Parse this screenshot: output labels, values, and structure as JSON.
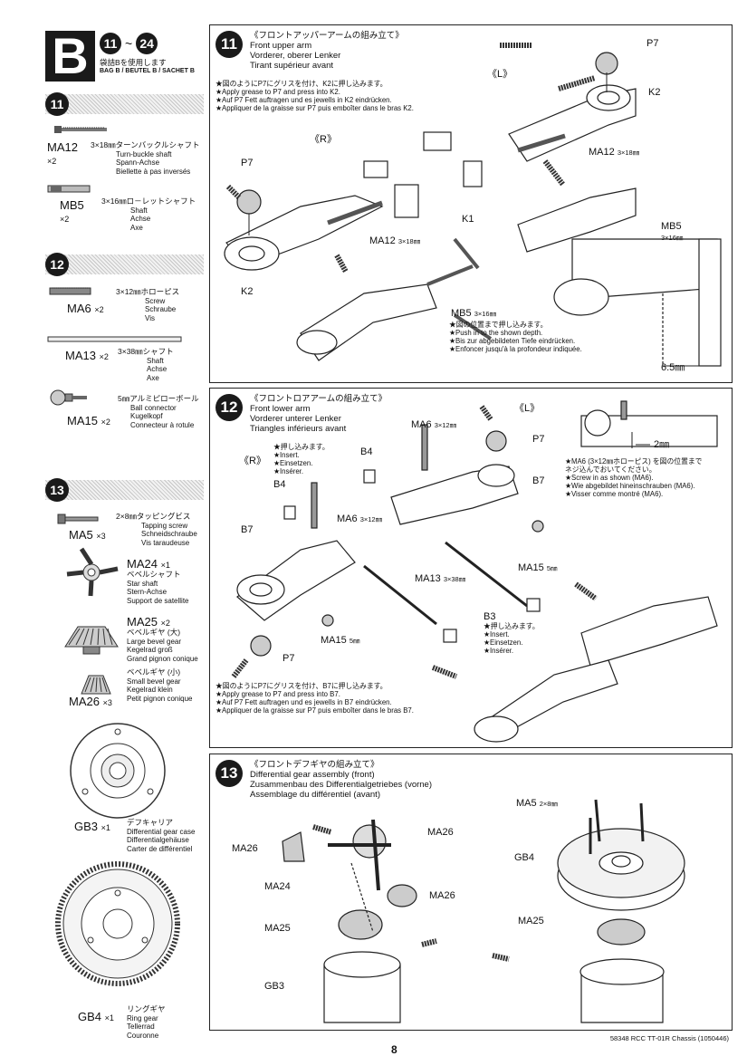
{
  "bag": {
    "letter": "B",
    "range_from": "11",
    "range_to": "24",
    "tilde": "~",
    "jp": "袋詰Bを使用します",
    "multi": "BAG B / BEUTEL B / SACHET B"
  },
  "steps_left": {
    "s11": "11",
    "s12": "12",
    "s13": "13"
  },
  "parts": {
    "ma12": {
      "code": "MA12",
      "qty": "×2",
      "jp": "3×18㎜ターンバックルシャフト",
      "en": "Turn-buckle shaft",
      "de": "Spann-Achse",
      "fr": "Biellette à pas inversés"
    },
    "mb5": {
      "code": "MB5",
      "qty": "×2",
      "jp": "3×16㎜ロ－レットシャフト",
      "en": "Shaft",
      "de": "Achse",
      "fr": "Axe"
    },
    "ma6": {
      "code": "MA6",
      "qty": "×2",
      "jp": "3×12㎜ホローピス",
      "en": "Screw",
      "de": "Schraube",
      "fr": "Vis"
    },
    "ma13": {
      "code": "MA13",
      "qty": "×2",
      "jp": "3×38㎜シャフト",
      "en": "Shaft",
      "de": "Achse",
      "fr": "Axe"
    },
    "ma15": {
      "code": "MA15",
      "qty": "×2",
      "jp": "5㎜アルミピローボール",
      "en": "Ball connector",
      "de": "Kugelkopf",
      "fr": "Connecteur à rotule"
    },
    "ma5": {
      "code": "MA5",
      "qty": "×3",
      "jp": "2×8㎜タッピングビス",
      "en": "Tapping screw",
      "de": "Schneidschraube",
      "fr": "Vis taraudeuse"
    },
    "ma24": {
      "code": "MA24",
      "qty": "×1",
      "jp": "ベベルシャフト",
      "en": "Star shaft",
      "de": "Stern-Achse",
      "fr": "Support de satellite"
    },
    "ma25": {
      "code": "MA25",
      "qty": "×2",
      "jp": "ベベルギヤ (大)",
      "en": "Large bevel gear",
      "de": "Kegelrad groß",
      "fr": "Grand pignon conique"
    },
    "ma26": {
      "code": "MA26",
      "qty": "×3",
      "jp": "ベベルギヤ (小)",
      "en": "Small bevel gear",
      "de": "Kegelrad klein",
      "fr": "Petit pignon conique"
    },
    "gb3": {
      "code": "GB3",
      "qty": "×1",
      "jp": "デフキャリア",
      "en": "Differential gear case",
      "de": "Differentialgehäuse",
      "fr": "Carter de différentiel"
    },
    "gb4": {
      "code": "GB4",
      "qty": "×1",
      "jp": "リングギヤ",
      "en": "Ring gear",
      "de": "Tellerrad",
      "fr": "Couronne"
    }
  },
  "panel11": {
    "num": "11",
    "jp": "《フロントアッパーアームの組み立て》",
    "en": "Front upper arm",
    "de": "Vorderer, oberer Lenker",
    "fr": "Tirant supérieur avant",
    "note_jp": "★図のようにP7にグリスを付け、K2に押し込みます。",
    "note_en": "★Apply grease to P7 and press into K2.",
    "note_de": "★Auf P7 Fett auftragen und es jewells in K2 eindrücken.",
    "note_fr": "★Appliquer de la graisse sur P7 puis emboîter dans le bras K2.",
    "labels": {
      "P7a": "P7",
      "K2a": "K2",
      "L": "《L》",
      "R": "《R》",
      "MA12a": "MA12",
      "MA12a_size": "3×18㎜",
      "K1": "K1",
      "P7b": "P7",
      "MA12b": "MA12",
      "MA12b_size": "3×18㎜",
      "K2b": "K2",
      "MB5a": "MB5",
      "MB5a_size": "3×16㎜",
      "MB5b": "MB5",
      "MB5b_size": "3×16㎜",
      "dim": "6.5㎜"
    },
    "push_jp": "★図の位置まで押し込みます。",
    "push_en": "★Push in to the shown depth.",
    "push_de": "★Bis zur abgebildeten Tiefe eindrücken.",
    "push_fr": "★Enfoncer jusqu'à la profondeur indiquée."
  },
  "panel12": {
    "num": "12",
    "jp": "《フロントロアアームの組み立て》",
    "en": "Front lower arm",
    "de": "Vorderer unterer Lenker",
    "fr": "Triangles inférieurs avant",
    "labels": {
      "L": "《L》",
      "R": "《R》",
      "MA6a": "MA6",
      "MA6a_size": "3×12㎜",
      "P7a": "P7",
      "B4a": "B4",
      "B7a": "B7",
      "B4b": "B4",
      "MA6b": "MA6",
      "MA6b_size": "3×12㎜",
      "B7b": "B7",
      "MA15a": "MA15",
      "MA15a_size": "5㎜",
      "MA13": "MA13",
      "MA13_size": "3×38㎜",
      "B3": "B3",
      "P7b": "P7",
      "MA15b": "MA15",
      "MA15b_size": "5㎜",
      "dim": "2㎜"
    },
    "insert_jp": "★押し込みます。",
    "insert_en": "★Insert.",
    "insert_de": "★Einsetzen.",
    "insert_fr": "★Insérer.",
    "screw_jp": "★MA6 (3×12㎜ホローピス) を図の位置まで",
    "screw_jp2": "ネジ込んでおいてください。",
    "screw_en": "★Screw in as shown (MA6).",
    "screw_de": "★Wie abgebildet hineinschrauben (MA6).",
    "screw_fr": "★Visser comme montré (MA6).",
    "note_jp": "★図のようにP7にグリスを付け、B7に押し込みます。",
    "note_en": "★Apply grease to P7 and press into B7.",
    "note_de": "★Auf P7 Fett auftragen und es jewells in B7 eindrücken.",
    "note_fr": "★Appliquer de la graisse sur P7 puis emboîter dans le bras B7."
  },
  "panel13": {
    "num": "13",
    "jp": "《フロントデフギヤの組み立て》",
    "en": "Differential gear assembly (front)",
    "de": "Zusammenbau des Differentialgetriebes (vorne)",
    "fr": "Assemblage du différentiel (avant)",
    "labels": {
      "MA26a": "MA26",
      "MA26b": "MA26",
      "MA26c": "MA26",
      "MA24": "MA24",
      "MA25a": "MA25",
      "GB3": "GB3",
      "MA5": "MA5",
      "MA5_size": "2×8㎜",
      "GB4": "GB4",
      "MA25b": "MA25"
    }
  },
  "footer": {
    "model": "58348  RCC TT-01R Chassis (1050446)",
    "page": "8"
  }
}
